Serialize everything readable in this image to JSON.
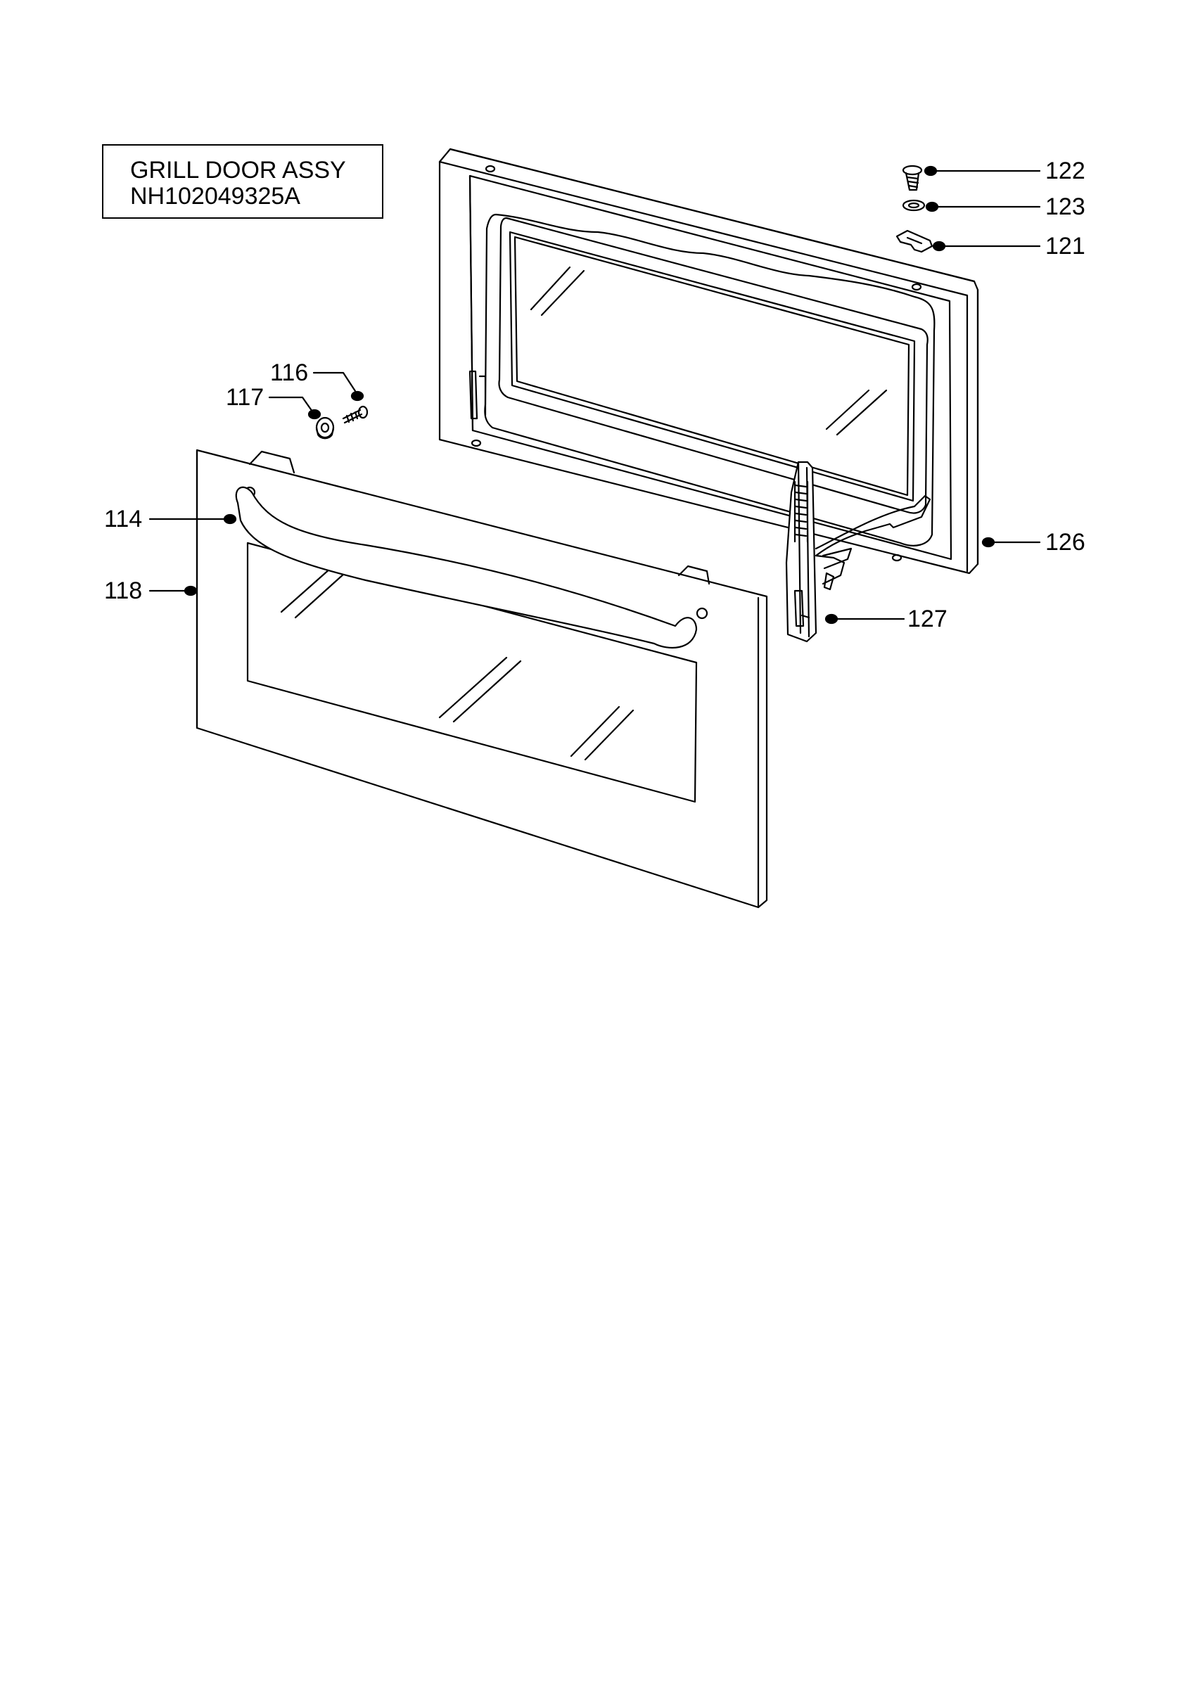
{
  "title": {
    "line1": "GRILL DOOR ASSY",
    "line2": "NH102049325A"
  },
  "callouts": {
    "c122": "122",
    "c123": "123",
    "c121": "121",
    "c116": "116",
    "c117": "117",
    "c114": "114",
    "c118": "118",
    "c126": "126",
    "c127": "127"
  }
}
